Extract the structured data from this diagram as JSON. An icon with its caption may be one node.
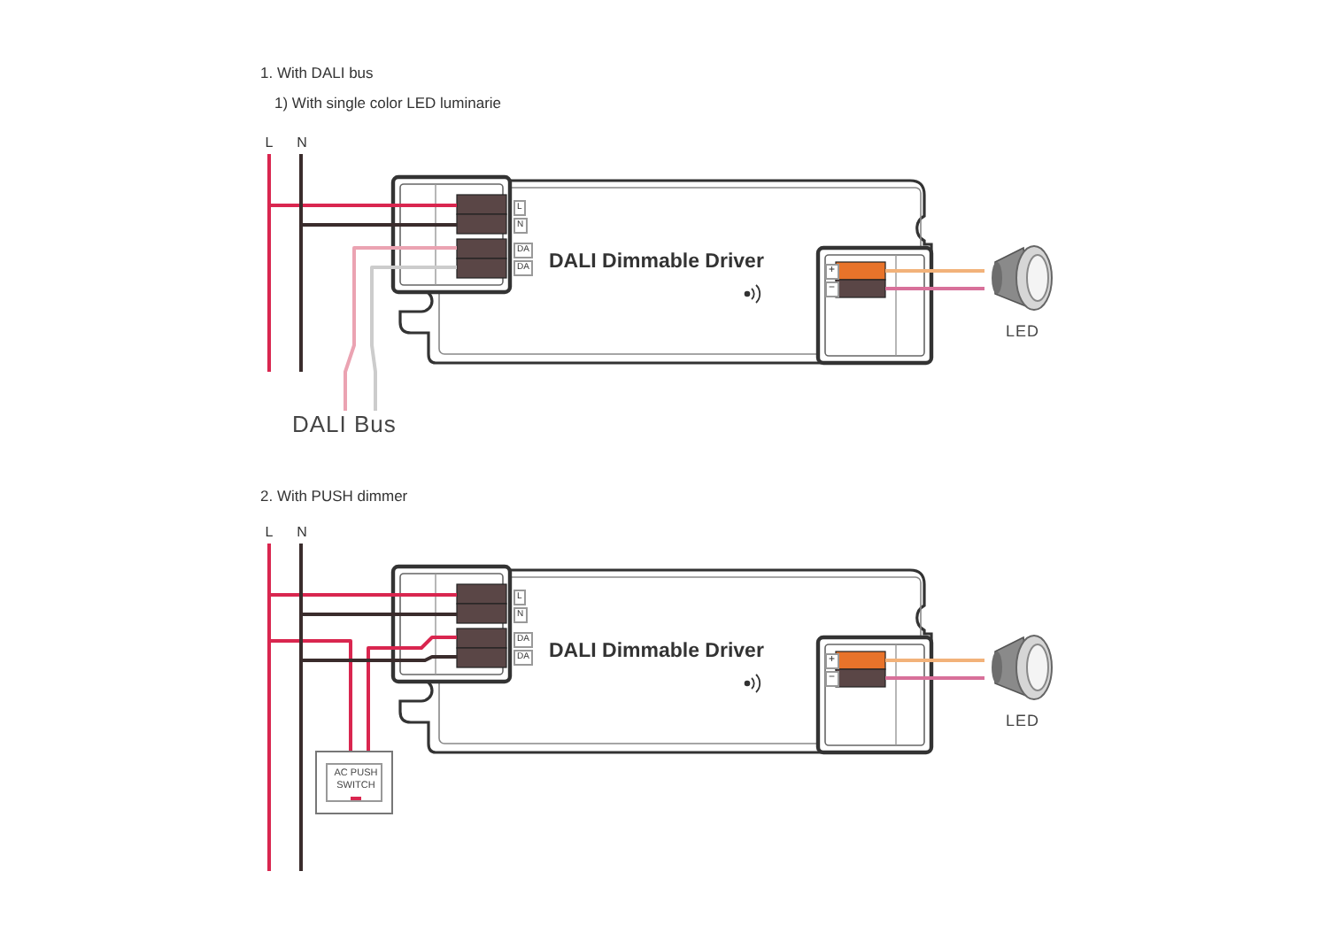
{
  "diagram": {
    "nodes": [
      {
        "text": [
          "L"
        ]
      },
      {
        "text": [
          "N"
        ]
      },
      {
        "text": [
          "DALI Dimmable Driver"
        ]
      },
      {
        "text": [],
        "shape": "picture",
        "beside": [
          "LED"
        ]
      },
      {
        "text": [
          "DALI Bus"
        ]
      },
      {
        "text": [
          "L"
        ]
      },
      {
        "text": [
          "N"
        ]
      },
      {
        "text": [
          "DALI Dimmable Driver"
        ]
      },
      {
        "text": [],
        "shape": "picture",
        "beside": [
          "LED"
        ]
      },
      {
        "text": [
          "AC PUSH SWITCH"
        ]
      }
    ],
    "edges": [
      {
        "from": 0,
        "to": 2,
        "arrow": "none"
      },
      {
        "from": 1,
        "to": 2,
        "arrow": "none",
        "color": "#3a2c2c"
      },
      {
        "from": 4,
        "to": 2,
        "arrow": "none",
        "color": "#eba3b2"
      },
      {
        "from": 4,
        "to": 2,
        "arrow": "none",
        "color": "#cccccc"
      },
      {
        "from": 2,
        "to": 3,
        "arrow": "none",
        "color": "#f2b27a"
      },
      {
        "from": 2,
        "to": 3,
        "arrow": "none",
        "color": "#d8709a"
      },
      {
        "from": 5,
        "to": 7,
        "arrow": "none"
      },
      {
        "from": 6,
        "to": 7,
        "arrow": "none",
        "color": "#3a2c2c"
      },
      {
        "from": 5,
        "to": 9,
        "arrow": "none"
      },
      {
        "from": 9,
        "to": 7,
        "arrow": "none"
      },
      {
        "from": 6,
        "to": 7,
        "arrow": "none",
        "color": "#3a2c2c"
      },
      {
        "from": 7,
        "to": 8,
        "arrow": "none",
        "color": "#f2b27a"
      },
      {
        "from": 7,
        "to": 8,
        "arrow": "none",
        "color": "#d8709a"
      }
    ],
    "labels": [
      "1. With DALI bus",
      "1) With single color LED luminarie",
      "L",
      "N",
      "DA",
      "DA",
      "+",
      "−",
      "2. With PUSH dimmer",
      "L",
      "N",
      "DA",
      "DA",
      "+",
      "−"
    ]
  }
}
